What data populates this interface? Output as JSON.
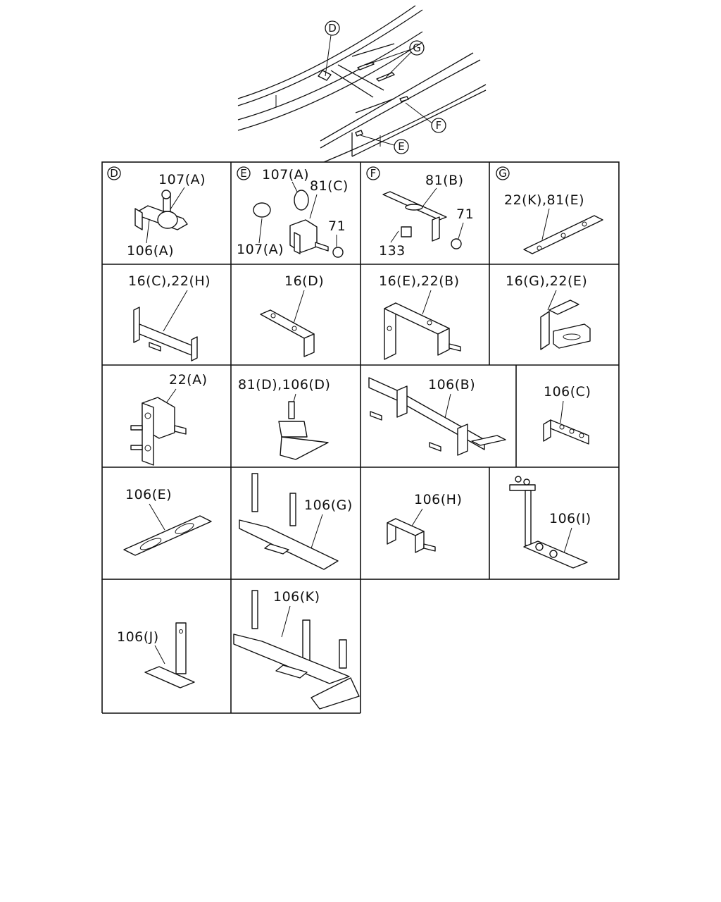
{
  "overview": {
    "callouts": [
      "D",
      "G",
      "F",
      "E"
    ]
  },
  "cells": [
    {
      "id": "D",
      "labels": [
        "107(A)",
        "106(A)"
      ]
    },
    {
      "id": "E",
      "labels": [
        "107(A)",
        "81(C)",
        "71",
        "107(A)"
      ]
    },
    {
      "id": "F",
      "labels": [
        "81(B)",
        "71",
        "133"
      ]
    },
    {
      "id": "G",
      "labels": [
        "22(K),81(E)"
      ]
    },
    {
      "labels": [
        "16(C),22(H)"
      ]
    },
    {
      "labels": [
        "16(D)"
      ]
    },
    {
      "labels": [
        "16(E),22(B)"
      ]
    },
    {
      "labels": [
        "16(G),22(E)"
      ]
    },
    {
      "labels": [
        "22(A)"
      ]
    },
    {
      "labels": [
        "81(D),106(D)"
      ]
    },
    {
      "labels": [
        "106(B)"
      ]
    },
    {
      "labels": [
        "106(C)"
      ]
    },
    {
      "labels": [
        "106(E)"
      ]
    },
    {
      "labels": [
        "106(G)"
      ]
    },
    {
      "labels": [
        "106(H)"
      ]
    },
    {
      "labels": [
        "106(I)"
      ]
    },
    {
      "labels": [
        "106(J)"
      ]
    },
    {
      "labels": [
        "106(K)"
      ]
    }
  ]
}
